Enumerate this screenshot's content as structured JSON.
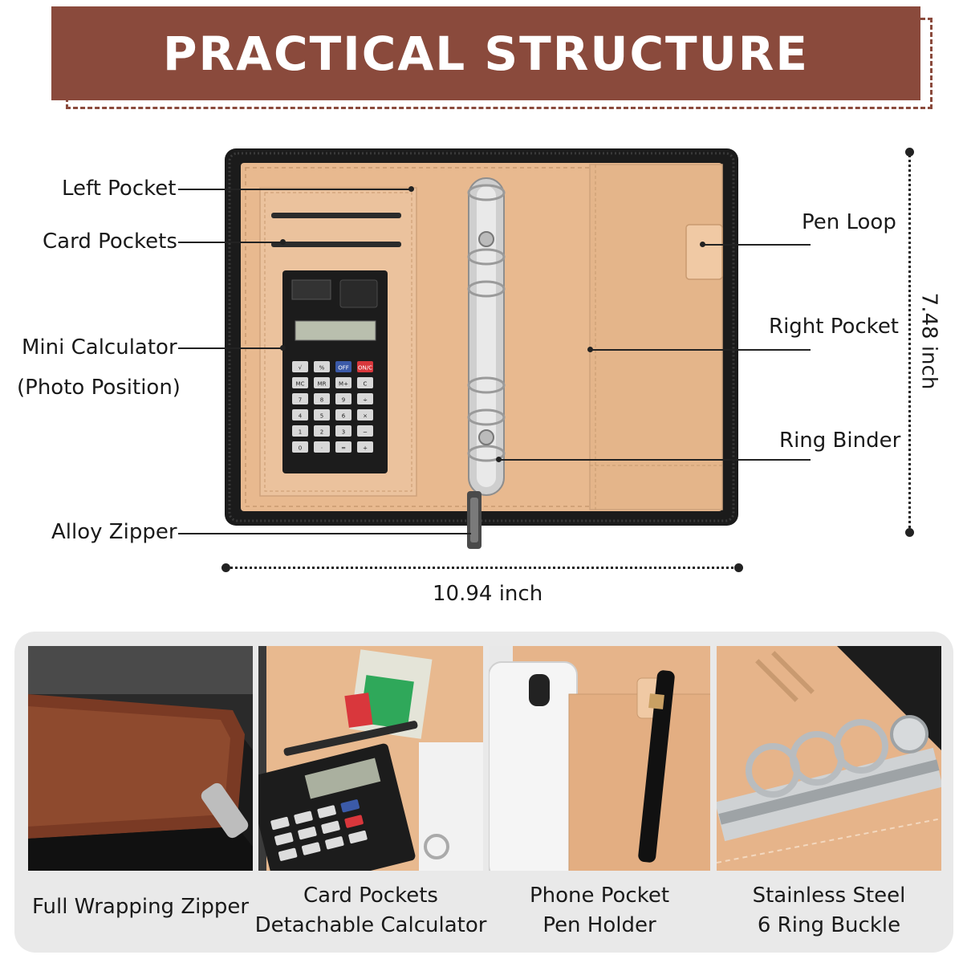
{
  "header": {
    "title": "PRACTICAL STRUCTURE"
  },
  "callouts": {
    "left_pocket": "Left Pocket",
    "card_pockets": "Card Pockets",
    "mini_calculator": "Mini Calculator",
    "photo_position": "(Photo Position)",
    "alloy_zipper": "Alloy Zipper",
    "pen_loop": "Pen Loop",
    "right_pocket": "Right Pocket",
    "ring_binder": "Ring Binder"
  },
  "dimensions": {
    "width": "10.94 inch",
    "height": "7.48 inch"
  },
  "calculator_keys": [
    [
      "√",
      "%",
      "OFF",
      "ON/C"
    ],
    [
      "MC",
      "MR",
      "M+",
      "C"
    ],
    [
      "7",
      "8",
      "9",
      "÷"
    ],
    [
      "4",
      "5",
      "6",
      "×"
    ],
    [
      "1",
      "2",
      "3",
      "−"
    ],
    [
      "0",
      "·",
      "=",
      "+"
    ]
  ],
  "features": [
    {
      "line1": "Full Wrapping Zipper",
      "line2": ""
    },
    {
      "line1": "Card Pockets",
      "line2": "Detachable Calculator"
    },
    {
      "line1": "Phone Pocket",
      "line2": "Pen Holder"
    },
    {
      "line1": "Stainless Steel",
      "line2": "6 Ring Buckle"
    }
  ],
  "colors": {
    "banner": "#8a4a3c",
    "leather_tan": "#e8b98f",
    "leather_brown": "#7a3a24",
    "zipper_black": "#1b1b1b",
    "panel_gray": "#e9e9e9"
  }
}
